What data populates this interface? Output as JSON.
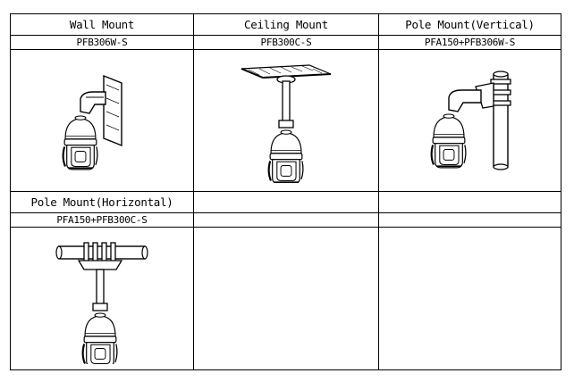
{
  "mounts": [
    {
      "title": "Wall Mount",
      "model": "PFB306W-S",
      "illustration_icon": "wall-mount-camera-icon"
    },
    {
      "title": "Ceiling Mount",
      "model": "PFB300C-S",
      "illustration_icon": "ceiling-mount-camera-icon"
    },
    {
      "title": "Pole Mount(Vertical)",
      "model": "PFA150+PFB306W-S",
      "illustration_icon": "pole-vertical-camera-icon"
    },
    {
      "title": "Pole Mount(Horizontal)",
      "model": "PFA150+PFB300C-S",
      "illustration_icon": "pole-horizontal-camera-icon"
    },
    {
      "title": "",
      "model": ""
    },
    {
      "title": "",
      "model": ""
    }
  ]
}
